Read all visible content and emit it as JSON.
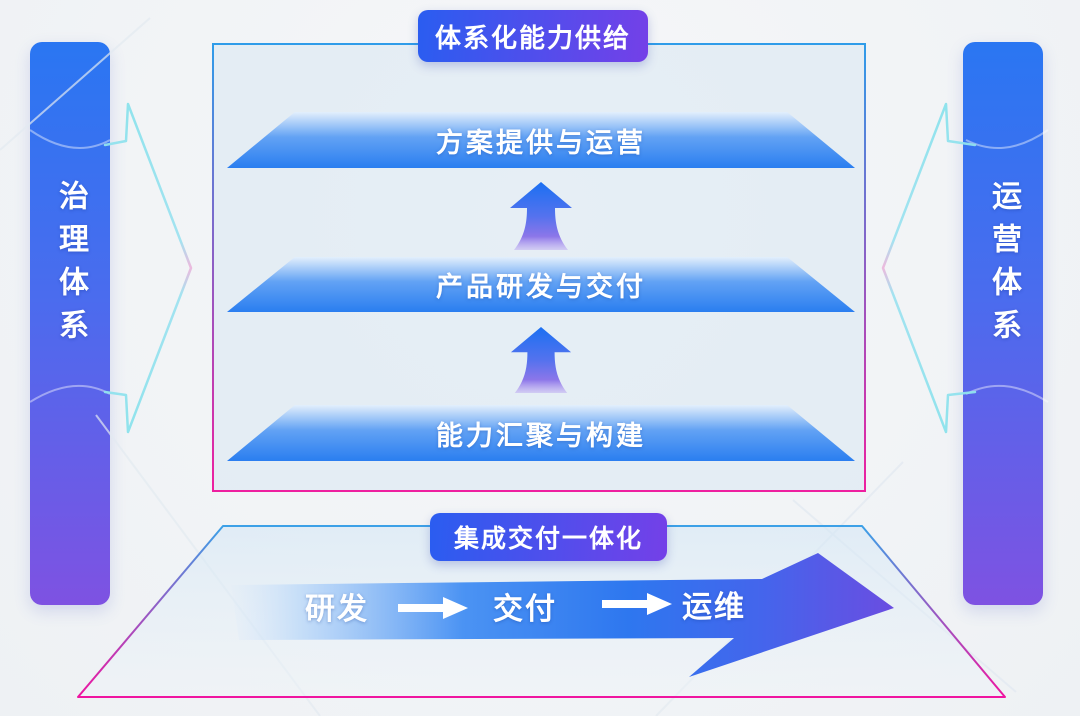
{
  "title_badge": {
    "label": "体系化能力供给"
  },
  "capability_box": {
    "layers": [
      {
        "label": "方案提供与运营"
      },
      {
        "label": "产品研发与交付"
      },
      {
        "label": "能力汇聚与构建"
      }
    ]
  },
  "side_bars": {
    "left": {
      "label": "治理体系"
    },
    "right": {
      "label": "运营体系"
    }
  },
  "integration_section": {
    "badge": "集成交付一体化",
    "steps": [
      "研发",
      "交付",
      "运维"
    ]
  },
  "colors": {
    "brand-blue": "#2f7cf0",
    "brand-purple": "#7b45e7",
    "bar-top": "#2a76f2",
    "bar-bottom": "#7e52e2",
    "badge-left": "#2a5df0",
    "badge-right": "#7440e8",
    "box-border-top": "#2f9ce9",
    "box-border-bottom": "#ee1f9f",
    "chevron-cyan": "#8ae2ec",
    "chevron-pink": "#edb6dc",
    "trapezoid-blue": "#2a7ef0",
    "cyan-edge": "#3aa2e8",
    "magenta": "#f014a0"
  }
}
